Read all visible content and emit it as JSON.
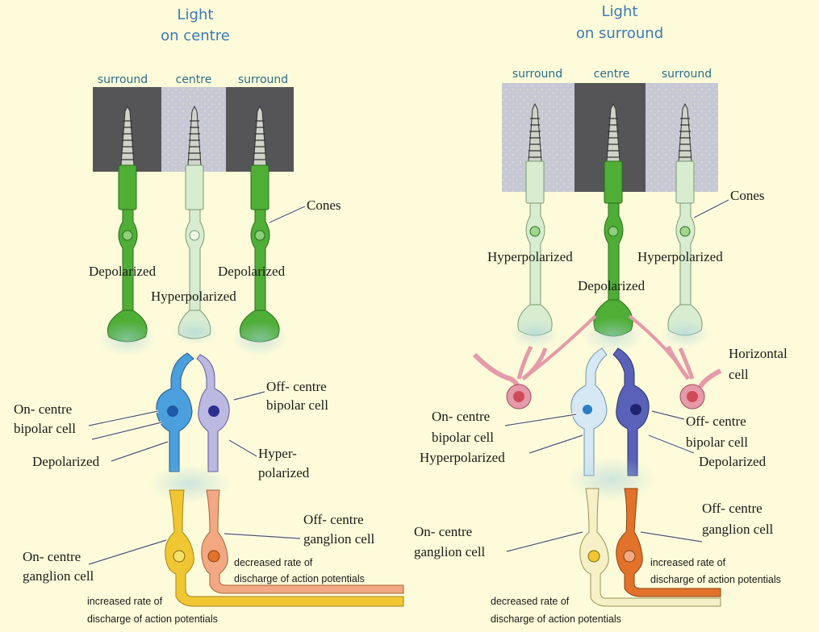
{
  "colors": {
    "background": "#fdfbd9",
    "cone_active": "#4fae36",
    "cone_inactive": "#d8ecd0",
    "dark_field": "#555558",
    "light_field": "#c6c8d4",
    "bipolar_on_active": "#4b9fdc",
    "bipolar_off_active": "#5a61b8",
    "bipolar_pale_blue": "#d6e8f3",
    "bipolar_pale_purple": "#bcb9e0",
    "ganglion_on": "#f0c733",
    "ganglion_off": "#f2a983",
    "ganglion_pale": "#f6f0c6",
    "ganglion_off_active": "#e2722a",
    "horizontal_cell": "#e59aa9",
    "title_blue": "#3a78b6",
    "header_teal": "#2a6d8c"
  },
  "left_panel": {
    "title_line1": "Light",
    "title_line2": "on centre",
    "headers": [
      "surround",
      "centre",
      "surround"
    ],
    "labels": {
      "cones": "Cones",
      "left_cone_state": "Depolarized",
      "center_cone_state": "Hyperpolarized",
      "right_cone_state": "Depolarized",
      "off_bipolar_line1": "Off- centre",
      "off_bipolar_line2": "bipolar cell",
      "on_bipolar_line1": "On- centre",
      "on_bipolar_line2": "bipolar cell",
      "on_bipolar_state": "Depolarized",
      "off_bipolar_state_line1": "Hyper-",
      "off_bipolar_state_line2": "polarized",
      "off_ganglion_line1": "Off- centre",
      "off_ganglion_line2": "ganglion cell",
      "on_ganglion_line1": "On- centre",
      "on_ganglion_line2": "ganglion cell",
      "off_ganglion_rate_line1": "decreased rate of",
      "off_ganglion_rate_line2": "discharge of action potentials",
      "on_ganglion_rate_line1": "increased rate of",
      "on_ganglion_rate_line2": "discharge of action potentials"
    }
  },
  "right_panel": {
    "title_line1": "Light",
    "title_line2": "on surround",
    "headers": [
      "surround",
      "centre",
      "surround"
    ],
    "labels": {
      "cones": "Cones",
      "left_cone_state": "Hyperpolarized",
      "center_cone_state": "Depolarized",
      "right_cone_state": "Hyperpolarized",
      "horizontal_line1": "Horizontal",
      "horizontal_line2": "cell",
      "on_bipolar_line1": "On- centre",
      "on_bipolar_line2": "bipolar cell",
      "on_bipolar_state": "Hyperpolarized",
      "off_bipolar_line1": "Off- centre",
      "off_bipolar_line2": "bipolar cell",
      "off_bipolar_state": "Depolarized",
      "off_ganglion_line1": "Off- centre",
      "off_ganglion_line2": "ganglion cell",
      "on_ganglion_line1": "On- centre",
      "on_ganglion_line2": "ganglion cell",
      "off_ganglion_rate_line1": "increased rate of",
      "off_ganglion_rate_line2": "discharge of action potentials",
      "on_ganglion_rate_line1": "decreased rate of",
      "on_ganglion_rate_line2": "discharge of action potentials"
    }
  }
}
